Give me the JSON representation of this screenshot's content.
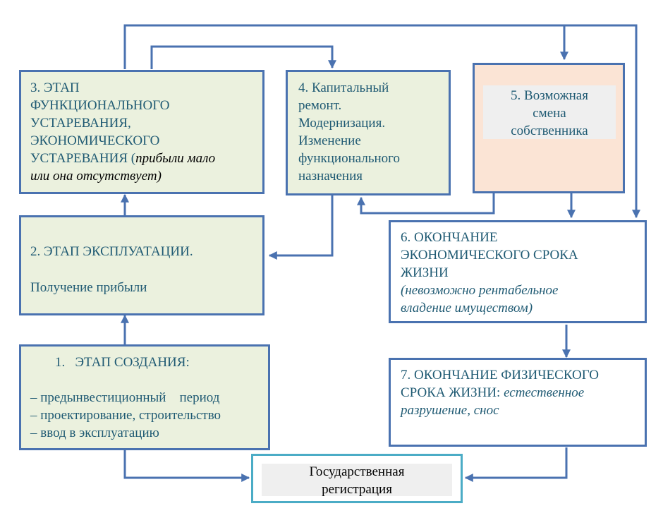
{
  "stage1": {
    "title": "1.   ЭТАП СОЗДАНИЯ:",
    "items": [
      "– предынвестиционный    период",
      "– проектирование, строительство",
      "– ввод в эксплуатацию"
    ]
  },
  "stage2": {
    "title": "2. ЭТАП ЭКСПЛУАТАЦИИ.",
    "subtitle": "Получение прибыли"
  },
  "stage3": {
    "lines": [
      "3. ЭТАП",
      "ФУНКЦИОНАЛЬНОГО",
      "УСТАРЕВАНИЯ,",
      "ЭКОНОМИЧЕСКОГО"
    ],
    "last_line_prefix": "УСТАРЕВАНИЯ (",
    "note_part1": "прибыли мало",
    "note_part2": "или она отсутствует)"
  },
  "stage4": {
    "lines": [
      "4. Капитальный",
      "ремонт.",
      "Модернизация.",
      "Изменение",
      "функционального",
      "назначения"
    ]
  },
  "stage5": {
    "lines": [
      "5. Возможная",
      "смена",
      "собственника"
    ]
  },
  "stage6": {
    "lines": [
      "6. ОКОНЧАНИЕ",
      "ЭКОНОМИЧЕСКОГО СРОКА",
      "ЖИЗНИ"
    ],
    "note_lines": [
      "(невозможно рентабельное",
      "владение имуществом)"
    ]
  },
  "stage7": {
    "line1": "7. ОКОНЧАНИЕ ФИЗИЧЕСКОГО",
    "line2_prefix": "СРОКА ЖИЗНИ: ",
    "line2_note": "естественное",
    "line3_note": "разрушение, снос"
  },
  "registration": {
    "lines": [
      "Государственная",
      "регистрация"
    ]
  },
  "colors": {
    "border": "#4a72b0",
    "green_fill": "#ebf1de",
    "peach_fill": "#fbe4d5",
    "text_teal": "#1f5a73",
    "registration_border": "#4bacc6"
  }
}
